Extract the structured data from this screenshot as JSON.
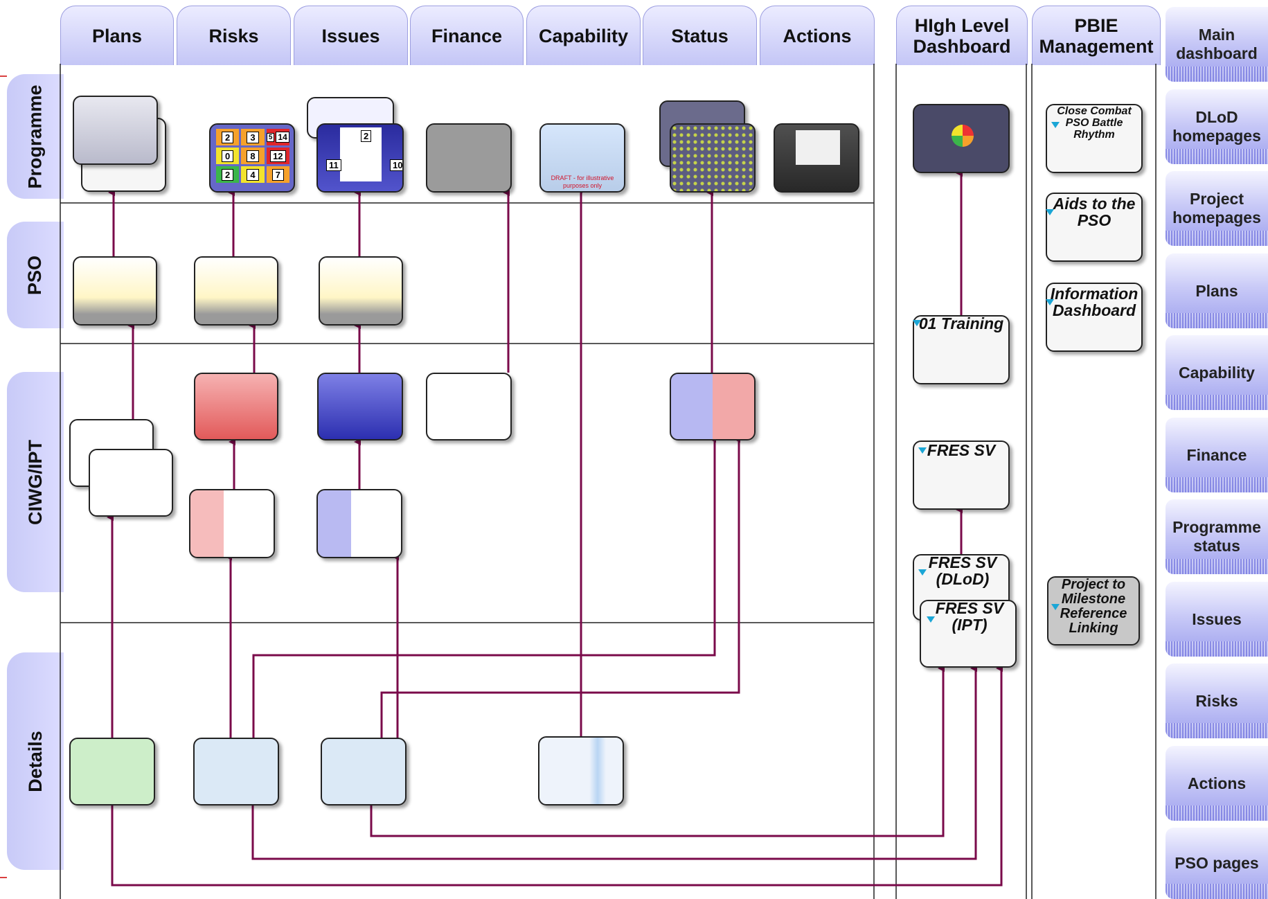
{
  "columns": {
    "plans": "Plans",
    "risks": "Risks",
    "issues": "Issues",
    "finance": "Finance",
    "capability": "Capability",
    "status": "Status",
    "actions": "Actions",
    "high_level": "HIgh Level Dashboard",
    "pbie": "PBIE Management"
  },
  "rows": {
    "programme": "Programme",
    "pso": "PSO",
    "ciwg": "CIWG/IPT",
    "details": "Details"
  },
  "nav": [
    "Main dashboard",
    "DLoD homepages",
    "Project homepages",
    "Plans",
    "Capability",
    "Finance",
    "Programme status",
    "Issues",
    "Risks",
    "Actions",
    "PSO pages"
  ],
  "risk_matrix": [
    "2",
    "3",
    "5",
    "14",
    "0",
    "8",
    "12",
    "2",
    "4",
    "7"
  ],
  "issue_counts": [
    "2",
    "11",
    "10"
  ],
  "capability_note": "DRAFT - for illustrative purposes only",
  "dashboards": {
    "training": "01 Training",
    "fres_sv": "FRES SV",
    "fres_dlod": "FRES SV (DLoD)",
    "fres_ipt": "FRES SV (IPT)"
  },
  "pbie": {
    "close_combat": "Close Combat PSO Battle Rhythm",
    "aids": "Aids to the PSO",
    "info": "Information Dashboard",
    "milestone": "Project to Milestone Reference Linking"
  },
  "colors": {
    "arrow": "#7a0a4a",
    "tab": "#c4c6f6",
    "highlight": "#1ba6d6"
  }
}
